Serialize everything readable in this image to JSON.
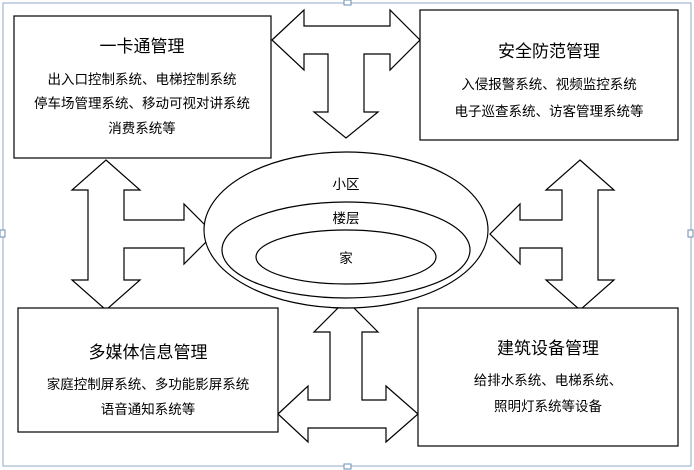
{
  "boxes": {
    "card": {
      "title": "一卡通管理",
      "lines": [
        "出入口控制系统、电梯控制系统",
        "停车场管理系统、移动可视对讲系统",
        "消费系统等"
      ]
    },
    "security": {
      "title": "安全防范管理",
      "lines": [
        "入侵报警系统、视频监控系统",
        "电子巡查系统、访客管理系统等"
      ]
    },
    "multimedia": {
      "title": "多媒体信息管理",
      "lines": [
        "家庭控制屏系统、多功能影屏系统",
        "语音通知系统等"
      ]
    },
    "building": {
      "title": "建筑设备管理",
      "lines": [
        "给排水系统、电梯系统、",
        "照明灯系统等设备"
      ]
    }
  },
  "center": {
    "outer": "小区",
    "middle": "楼层",
    "inner": "家"
  }
}
